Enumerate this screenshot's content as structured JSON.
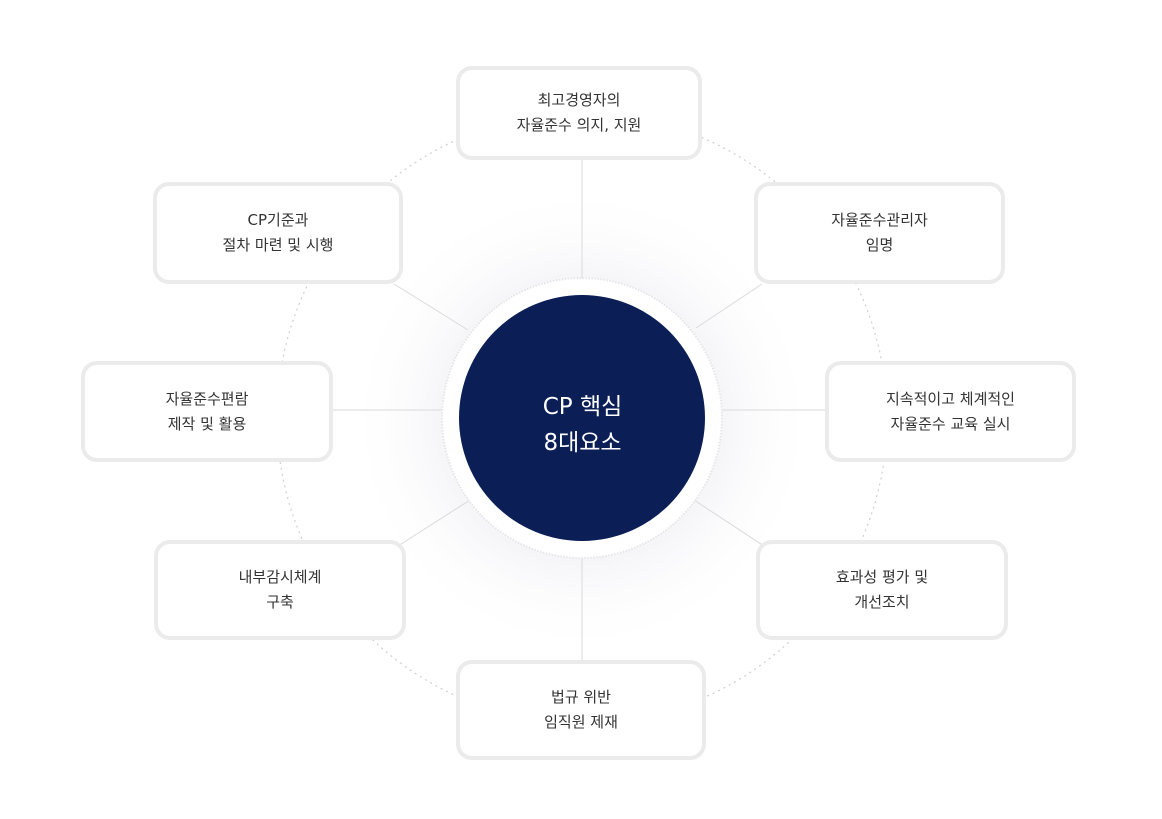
{
  "center": {
    "line1": "CP 핵심",
    "line2": "8대요소",
    "fill_color": "#0b1f56",
    "ring_color": "#e6e6ea"
  },
  "elements": [
    {
      "line1": "최고경영자의",
      "line2": "자율준수 의지, 지원"
    },
    {
      "line1": "자율준수관리자",
      "line2": "임명"
    },
    {
      "line1": "지속적이고 체계적인",
      "line2": "자율준수 교육 실시"
    },
    {
      "line1": "효과성 평가 및",
      "line2": "개선조치"
    },
    {
      "line1": "법규 위반",
      "line2": "임직원 제재"
    },
    {
      "line1": "내부감시체계",
      "line2": "구축"
    },
    {
      "line1": "자율준수편람",
      "line2": "제작 및 활용"
    },
    {
      "line1": "CP기준과",
      "line2": "절차 마련 및 시행"
    }
  ],
  "colors": {
    "node_border": "#ebebeb",
    "connector": "#dadada",
    "orbit": "#cfcfcf",
    "text": "#333333"
  }
}
